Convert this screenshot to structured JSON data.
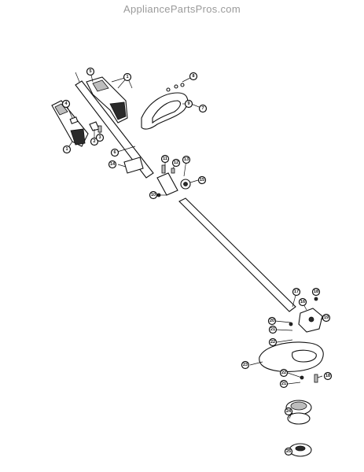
{
  "watermark": "AppliancePartsPros.com",
  "callouts": [
    {
      "id": "c1a",
      "label": "1"
    },
    {
      "id": "c1b",
      "label": "1"
    },
    {
      "id": "c2",
      "label": "2"
    },
    {
      "id": "c3",
      "label": "3"
    },
    {
      "id": "c4",
      "label": "4"
    },
    {
      "id": "c5",
      "label": "5"
    },
    {
      "id": "c6",
      "label": "6"
    },
    {
      "id": "c7",
      "label": "7"
    },
    {
      "id": "c8",
      "label": "8"
    },
    {
      "id": "c9",
      "label": "9"
    },
    {
      "id": "c10",
      "label": "10"
    },
    {
      "id": "c11",
      "label": "11"
    },
    {
      "id": "c12",
      "label": "12"
    },
    {
      "id": "c13",
      "label": "13"
    },
    {
      "id": "c14",
      "label": "14"
    },
    {
      "id": "c15",
      "label": "15"
    },
    {
      "id": "c16",
      "label": "16"
    },
    {
      "id": "c17",
      "label": "17"
    },
    {
      "id": "c18",
      "label": "18"
    },
    {
      "id": "c18b",
      "label": "18"
    },
    {
      "id": "c19",
      "label": "19"
    },
    {
      "id": "c20",
      "label": "20"
    },
    {
      "id": "c21",
      "label": "21"
    },
    {
      "id": "c21b",
      "label": "21"
    },
    {
      "id": "c22",
      "label": "22"
    },
    {
      "id": "c22b",
      "label": "22"
    },
    {
      "id": "c23",
      "label": "23"
    },
    {
      "id": "c24",
      "label": "24"
    },
    {
      "id": "c25",
      "label": "25"
    }
  ]
}
